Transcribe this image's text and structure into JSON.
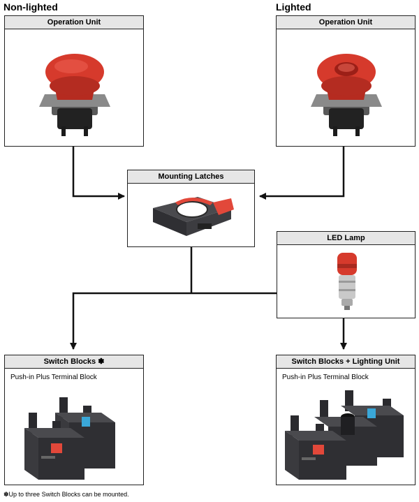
{
  "headers": {
    "left": "Non-lighted",
    "right": "Lighted"
  },
  "boxes": {
    "op_left": {
      "title": "Operation Unit"
    },
    "op_right": {
      "title": "Operation Unit"
    },
    "latch": {
      "title": "Mounting Latches"
    },
    "led": {
      "title": "LED Lamp"
    },
    "sw": {
      "title": "Switch Blocks ✽",
      "subtitle": "Push-in Plus Terminal Block"
    },
    "swl": {
      "title": "Switch Blocks + Lighting Unit",
      "subtitle": "Push-in Plus Terminal Block"
    }
  },
  "footnote": "✽Up to three Switch Blocks can be mounted.",
  "colors": {
    "button_red": "#d63a2c",
    "block_dark": "#2f2f33",
    "tab_red": "#e2483a",
    "tab_blue": "#3aa7d8"
  }
}
